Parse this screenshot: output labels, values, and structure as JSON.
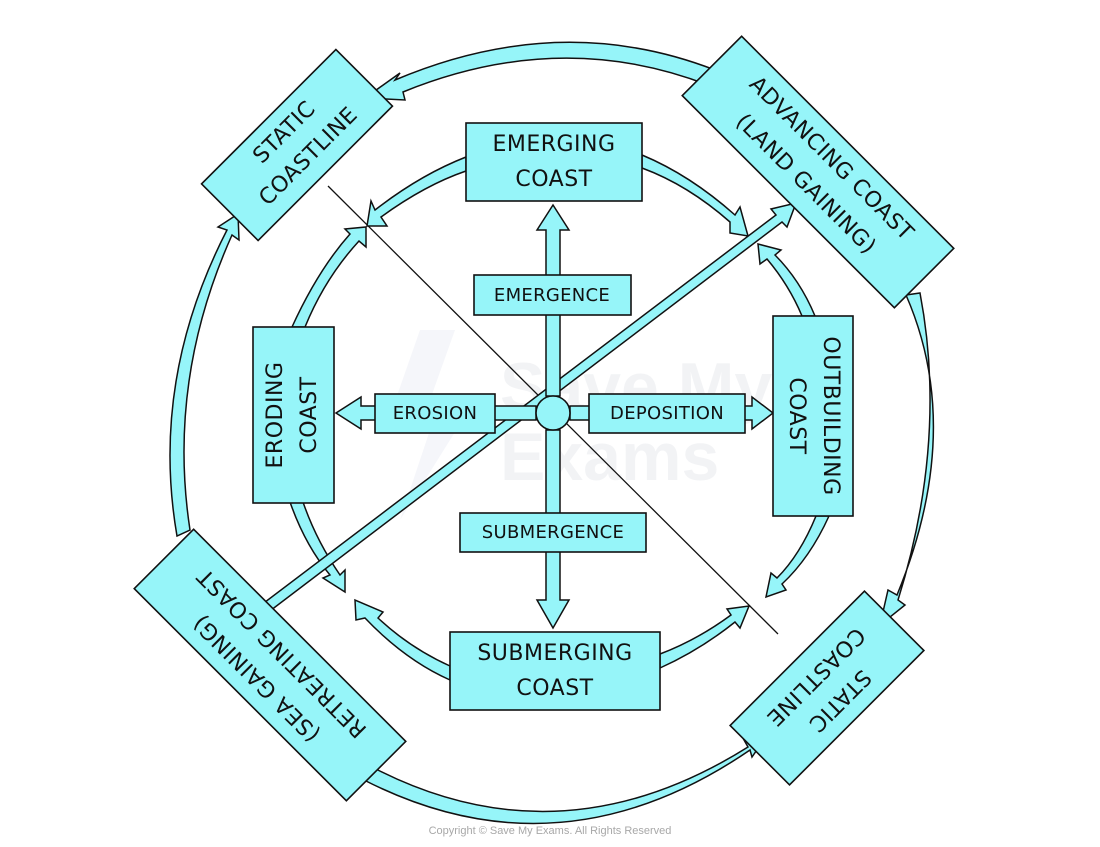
{
  "diagram": {
    "title": "Coastline classification wheel",
    "fill_color": "#96F5F9",
    "stroke_color": "#111111",
    "center_processes": {
      "up": "EMERGENCE",
      "down": "SUBMERGENCE",
      "left": "EROSION",
      "right": "DEPOSITION"
    },
    "inner_nodes": {
      "top": [
        "EMERGING",
        "COAST"
      ],
      "bottom": [
        "SUBMERGING",
        "COAST"
      ],
      "left": [
        "ERODING",
        "COAST"
      ],
      "right": [
        "OUTBUILDING",
        "COAST"
      ]
    },
    "outer_nodes": {
      "top_left": [
        "STATIC",
        "COASTLINE"
      ],
      "top_right": [
        "ADVANCING COAST",
        "(LAND GAINING)"
      ],
      "bottom_left": [
        "(SEA GAINING)",
        "RETREATING COAST"
      ],
      "bottom_right": [
        "STATIC",
        "COASTLINE"
      ]
    },
    "watermark": [
      "Save My",
      "Exams"
    ]
  },
  "footer": {
    "copyright": "Copyright © Save My Exams. All Rights Reserved"
  }
}
